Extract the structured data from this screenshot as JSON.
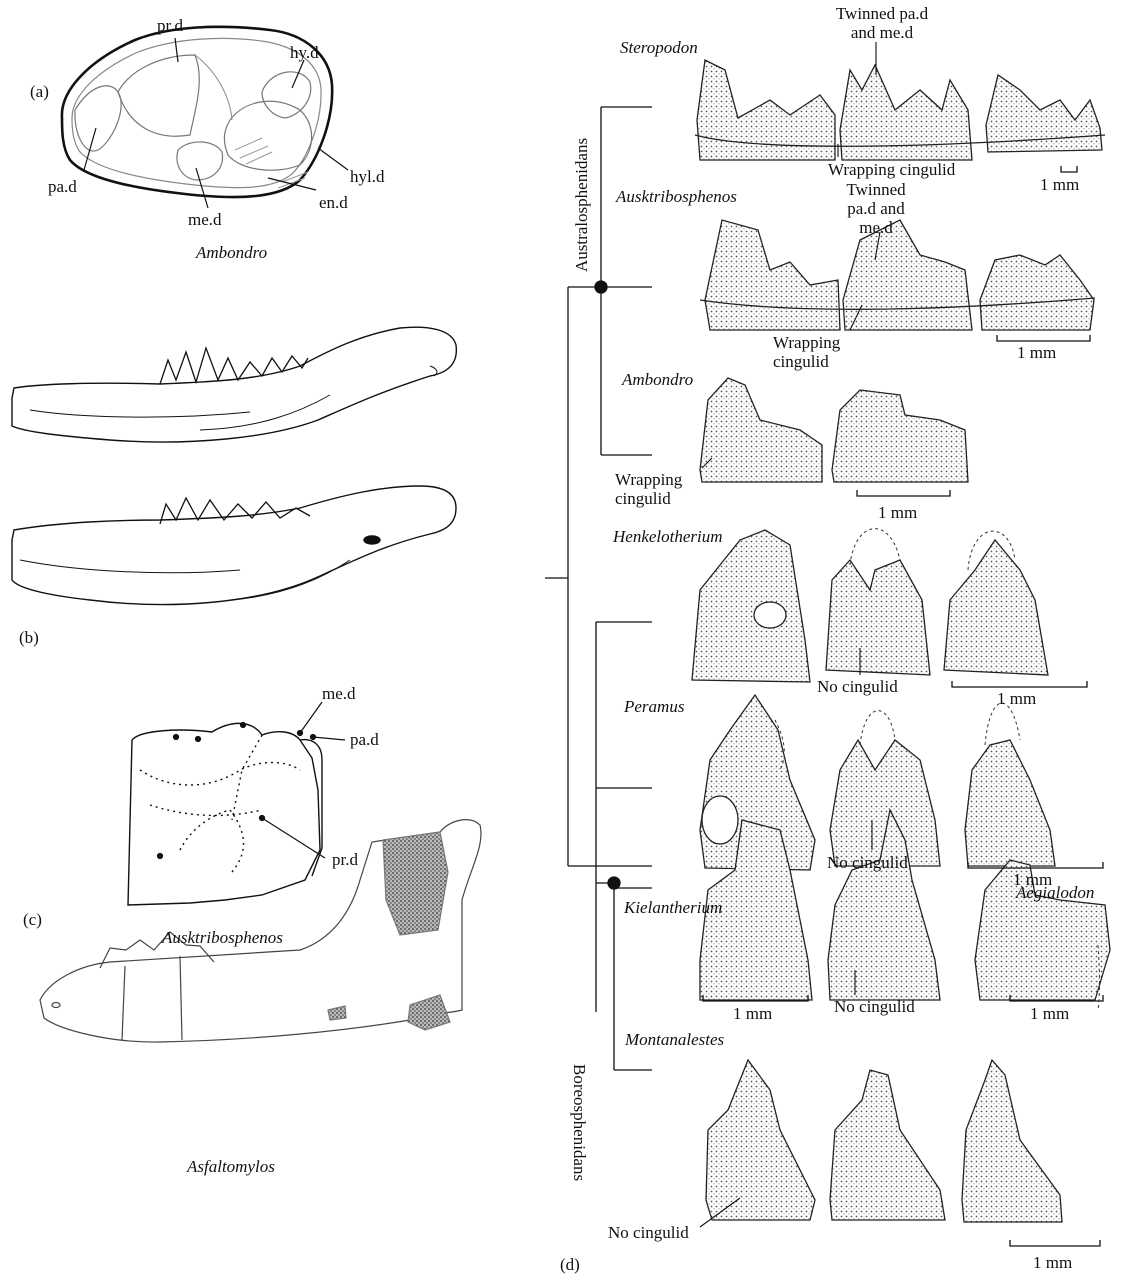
{
  "panel_a": {
    "label": "(a)",
    "taxon": "Ambondro",
    "cusps": {
      "pr": "pr.d",
      "hy": "hy.d",
      "pa": "pa.d",
      "hyl": "hyl.d",
      "me": "me.d",
      "en": "en.d"
    }
  },
  "panel_b": {
    "label": "(b)",
    "taxon": "Ausktribosphenos",
    "cusps": {
      "me": "me.d",
      "pa": "pa.d",
      "pr": "pr.d"
    }
  },
  "panel_c": {
    "label": "(c)",
    "taxon": "Asfaltomylos"
  },
  "panel_d": {
    "label": "(d)",
    "clades": {
      "australosphenidans": "Australosphenidans",
      "boreosphenidans": "Boreosphenidans"
    },
    "taxa": {
      "steropodon": "Steropodon",
      "ausktribosphenos": "Ausktribosphenos",
      "ambondro": "Ambondro",
      "henkelotherium": "Henkelotherium",
      "peramus": "Peramus",
      "kielantherium": "Kielantherium",
      "aegialodon": "Aegialodon",
      "montanalestes": "Montanalestes"
    },
    "annotations": {
      "twinned_1_l1": "Twinned pa.d",
      "twinned_1_l2": "and me.d",
      "twinned_2_l1": "Twinned",
      "twinned_2_l2": "pa.d and",
      "twinned_2_l3": "me.d",
      "wrapping_1": "Wrapping cingulid",
      "wrapping_2_l1": "Wrapping",
      "wrapping_2_l2": "cingulid",
      "wrapping_3_l1": "Wrapping",
      "wrapping_3_l2": "cingulid",
      "no_cingulid_1": "No cingulid",
      "no_cingulid_2": "No cingulid",
      "no_cingulid_3": "No cingulid",
      "no_cingulid_4": "No cingulid"
    },
    "scale": "1 mm"
  }
}
